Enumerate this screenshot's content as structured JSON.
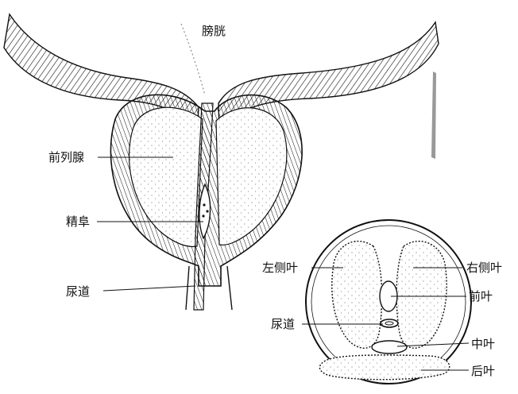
{
  "labels": {
    "bladder": "膀胱",
    "prostate": "前列腺",
    "verumontanum": "精阜",
    "urethra_left": "尿道",
    "left_lateral_lobe": "左侧叶",
    "right_lateral_lobe": "右侧叶",
    "anterior_lobe": "前叶",
    "urethra_cross": "尿道",
    "middle_lobe": "中叶",
    "posterior_lobe": "后叶"
  },
  "colors": {
    "ink": "#111111",
    "paper": "#ffffff"
  }
}
